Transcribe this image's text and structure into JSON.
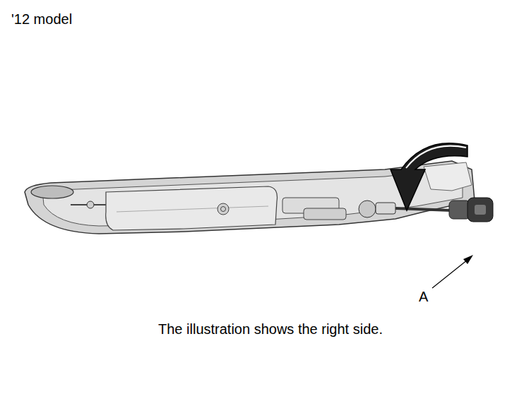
{
  "diagram": {
    "title": "'12 model",
    "caption": "The illustration shows the right side.",
    "labels": [
      "A"
    ]
  }
}
